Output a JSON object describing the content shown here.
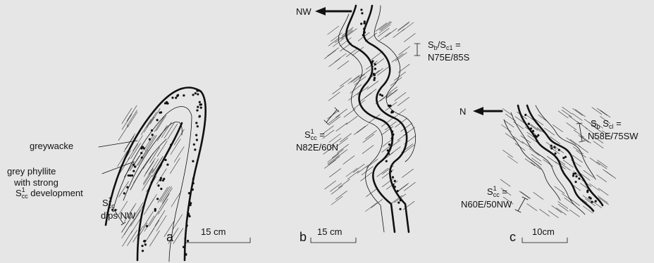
{
  "panels": [
    {
      "id": "a",
      "letter": "a",
      "scale": "15 cm",
      "labels": {
        "greywacke": "greywacke",
        "phyllite_line1": "grey phyllite",
        "phyllite_line2": "with strong",
        "phyllite_line3_pre": "S",
        "phyllite_line3_sup": "1",
        "phyllite_line3_sub": "cc",
        "phyllite_line3_post": " development",
        "scc_main": "S",
        "scc_sup": "1",
        "scc_sub": "cc",
        "dips": "dips NW"
      }
    },
    {
      "id": "b",
      "letter": "b",
      "scale": "15 cm",
      "direction": "NW",
      "upper_label": {
        "line1_s": "S",
        "line1_b": "b",
        "line1_mid": "/S",
        "line1_c1": "c1",
        "line1_eq": " =",
        "line2": "N75E/85S"
      },
      "lower_label": {
        "s": "S",
        "sup": "1",
        "sub": "cc",
        "eq": " =",
        "line2": "N82E/60N"
      }
    },
    {
      "id": "c",
      "letter": "c",
      "scale": "10cm",
      "direction": "N",
      "upper_label": {
        "line1_s": "S",
        "line1_b": "b",
        "line1_mid": "  S",
        "line1_c1": "cl",
        "line1_eq": " =",
        "line2": "N58E/75SW"
      },
      "lower_label": {
        "s": "S",
        "sup": "1",
        "sub": "cc",
        "eq": " =",
        "line2": "N60E/50NW"
      }
    }
  ]
}
